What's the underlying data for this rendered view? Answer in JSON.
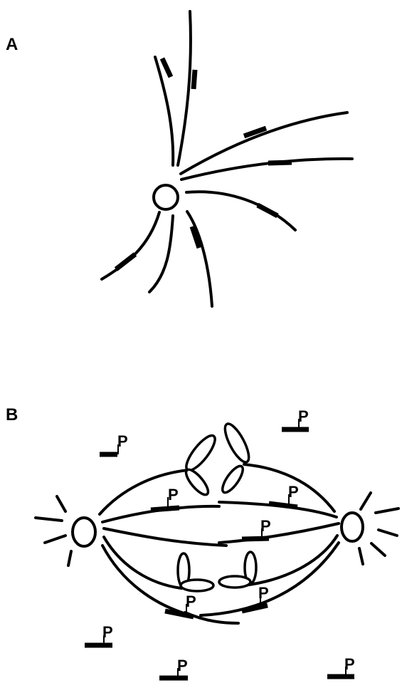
{
  "panels": [
    {
      "id": "A",
      "label": "A"
    },
    {
      "id": "B",
      "label": "B"
    }
  ],
  "phospho_label": "P",
  "colors": {
    "ink": "#000000",
    "background": "#ffffff"
  }
}
